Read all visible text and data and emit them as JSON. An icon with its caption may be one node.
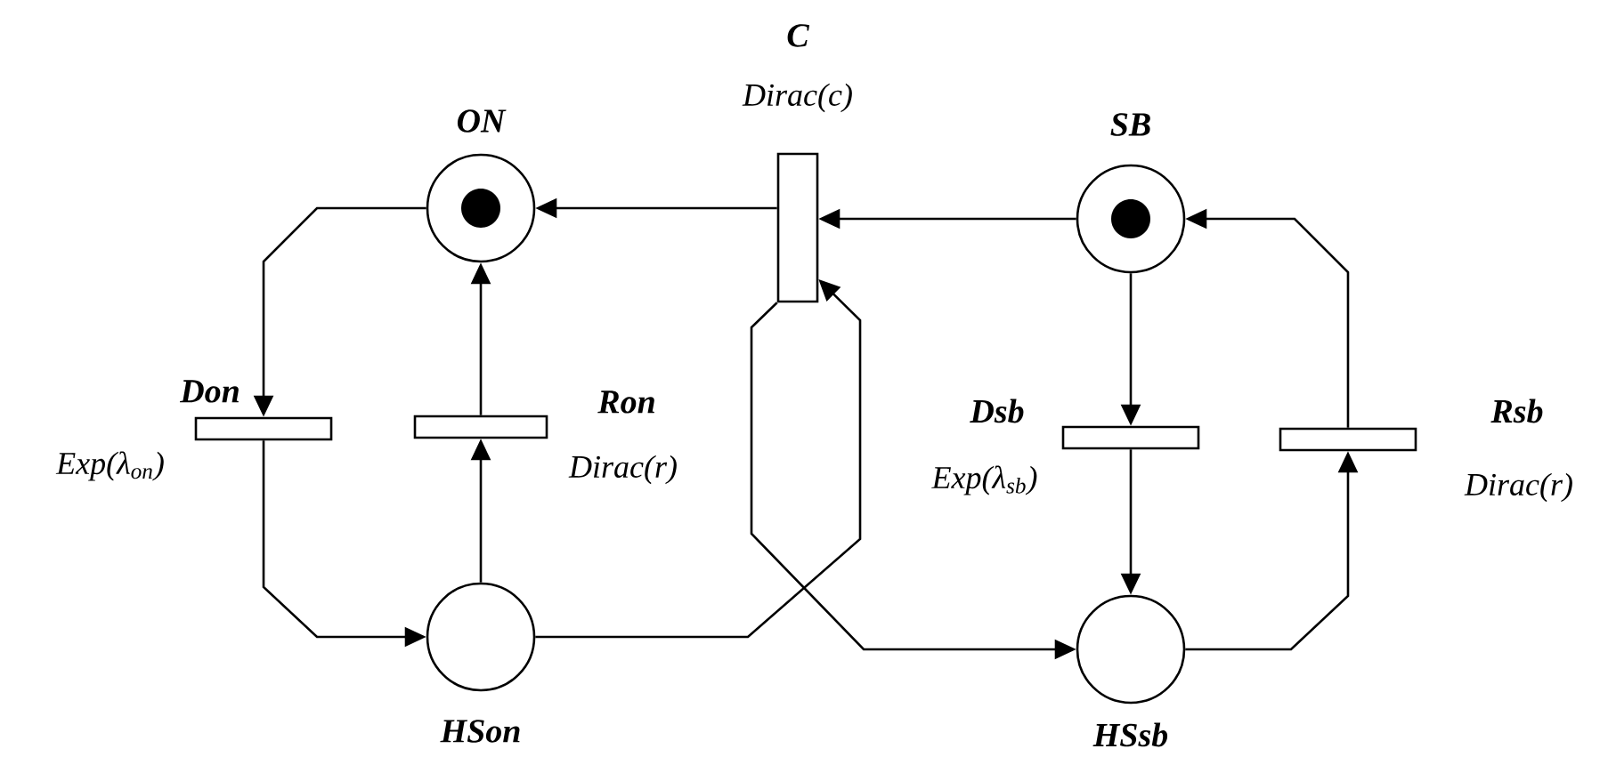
{
  "diagram": {
    "nodes": [
      {
        "text": [
          "C",
          "Dirac(c)"
        ]
      },
      {
        "text": [
          "ON"
        ]
      },
      {
        "text": [
          "SB"
        ]
      },
      {
        "text": [
          "Don",
          "Exp(λ$_{on}$)"
        ]
      },
      {
        "text": [
          "Ron",
          "Dirac(r)"
        ]
      },
      {
        "text": [
          "Dsb",
          "Exp(λ$_{sb}$)"
        ]
      },
      {
        "text": [
          "Rsb",
          "Dirac(r)"
        ]
      },
      {
        "text": [
          "HSon"
        ]
      },
      {
        "text": [
          "HSsb"
        ]
      }
    ],
    "edges": [
      {
        "from": 1,
        "to": 3,
        "arrow": "to"
      },
      {
        "from": 3,
        "to": 7,
        "arrow": "to"
      },
      {
        "from": 7,
        "to": 4,
        "arrow": "to"
      },
      {
        "from": 4,
        "to": 1,
        "arrow": "to"
      },
      {
        "from": 0,
        "to": 1,
        "arrow": "to"
      },
      {
        "from": 2,
        "to": 0,
        "arrow": "to"
      },
      {
        "from": 7,
        "to": 0,
        "arrow": "to"
      },
      {
        "from": 0,
        "to": 8,
        "arrow": "to"
      },
      {
        "from": 2,
        "to": 5,
        "arrow": "to"
      },
      {
        "from": 5,
        "to": 8,
        "arrow": "to"
      },
      {
        "from": 8,
        "to": 6,
        "arrow": "to"
      },
      {
        "from": 6,
        "to": 2,
        "arrow": "to"
      }
    ]
  }
}
